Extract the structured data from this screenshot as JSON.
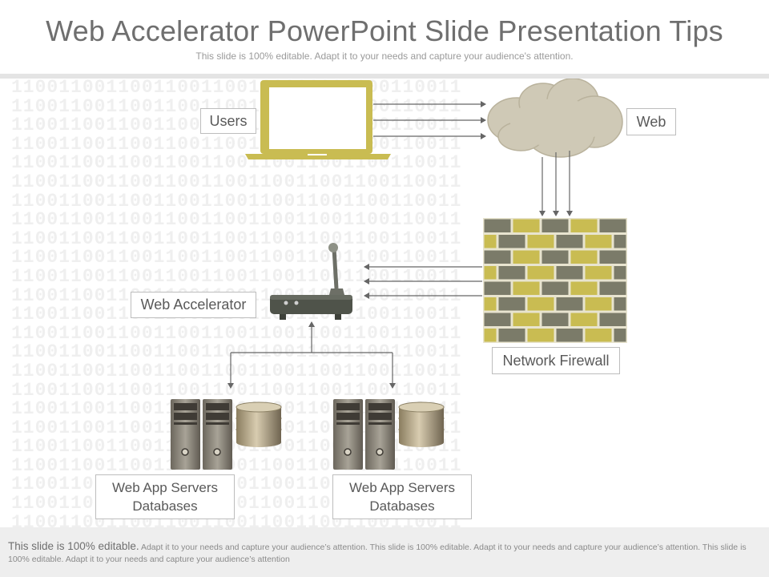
{
  "header": {
    "title": "Web Accelerator PowerPoint Slide Presentation Tips",
    "subtitle": "This slide is 100% editable. Adapt it to your needs and capture your audience's attention."
  },
  "labels": {
    "users": "Users",
    "web": "Web",
    "web_accelerator": "Web Accelerator",
    "network_firewall": "Network Firewall",
    "servers_left_line1": "Web App Servers",
    "servers_left_line2": "Databases",
    "servers_right_line1": "Web App Servers",
    "servers_right_line2": "Databases"
  },
  "background_pattern": "11001100110011001100110011001100110011",
  "footer": {
    "lead": "This slide is 100% editable.",
    "body": "Adapt it to your needs and capture your audience’s attention. This slide is 100% editable. Adapt it to your needs and capture your audience’s attention. This slide is 100% editable. Adapt it to your needs and capture your audience’s attention"
  },
  "colors": {
    "accent_olive": "#c9bc52",
    "brick_gray": "#7b7b69",
    "cloud": "#cfc9b6",
    "device_dark": "#4f534a"
  },
  "icons": [
    "laptop-icon",
    "cloud-icon",
    "firewall-icon",
    "router-icon",
    "server-icon",
    "database-icon"
  ]
}
